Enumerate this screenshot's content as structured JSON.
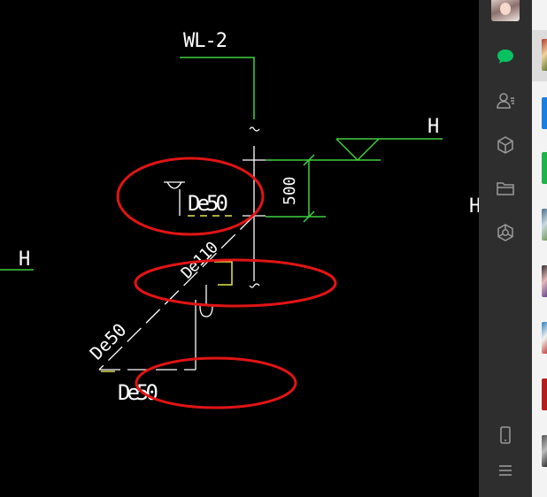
{
  "drawing": {
    "labels": {
      "pipe_id": "WL-2",
      "h_top_right": "H",
      "h_left": "H",
      "h_right_edge": "H",
      "dim_500": "500",
      "de50_top": "De50",
      "de110": "De110",
      "de50_diag": "De50",
      "de50_bottom": "De50"
    },
    "colors": {
      "background": "#000000",
      "green_line": "#3fd13f",
      "white_line": "#ffffff",
      "yellow_line": "#e6e64a",
      "annotation_circle": "#e11414"
    }
  },
  "sidebar": {
    "avatar_icon": "user-avatar",
    "items": [
      {
        "name": "chat-bubble-icon",
        "active": true
      },
      {
        "name": "contacts-icon",
        "active": false
      },
      {
        "name": "cube-icon",
        "active": false
      },
      {
        "name": "folder-icon",
        "active": false
      },
      {
        "name": "hexagon-network-icon",
        "active": false
      },
      {
        "name": "phone-icon",
        "active": false
      },
      {
        "name": "menu-icon",
        "active": false
      }
    ],
    "colors": {
      "background": "#2e2e2e",
      "active_icon": "#07c160",
      "inactive_icon": "#9a9a9a"
    }
  }
}
